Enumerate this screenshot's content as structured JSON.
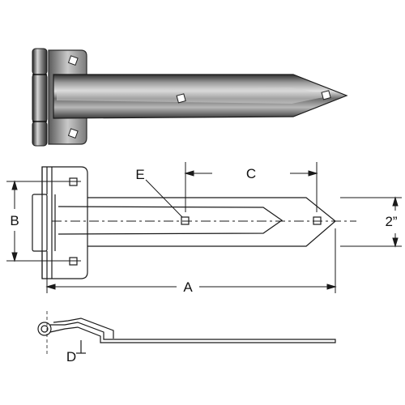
{
  "colors": {
    "background": "#ffffff",
    "line": "#1a1a1a",
    "metal_dark": "#3a3a3a",
    "metal_mid": "#8a8a8a",
    "metal_light": "#d8d8d8"
  },
  "labels": {
    "a": "A",
    "b": "B",
    "c": "C",
    "d": "D",
    "e": "E",
    "width": "2”"
  }
}
